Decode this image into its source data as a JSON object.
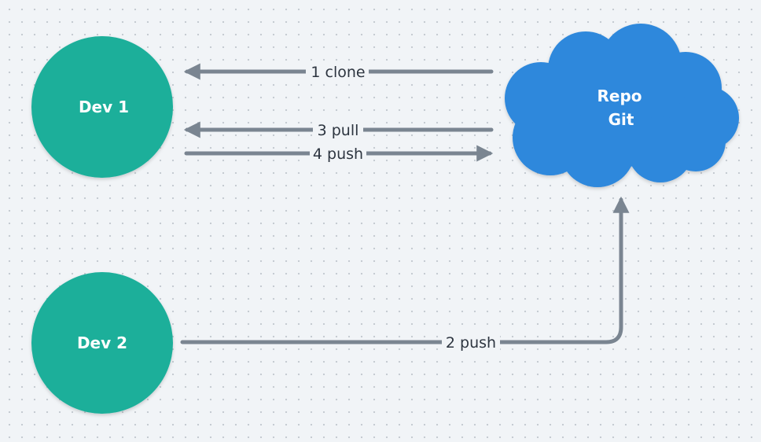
{
  "nodes": {
    "dev1": {
      "label": "Dev 1"
    },
    "dev2": {
      "label": "Dev 2"
    },
    "repo": {
      "line1": "Repo",
      "line2": "Git"
    }
  },
  "edges": {
    "clone": {
      "label": "1 clone"
    },
    "push2": {
      "label": "2 push"
    },
    "pull3": {
      "label": "3 pull"
    },
    "push4": {
      "label": "4 push"
    }
  },
  "colors": {
    "dev_node": "#1aaf9a",
    "repo_cloud": "#2e88dc",
    "edge": "#7a8591",
    "canvas_bg": "#f1f4f7"
  }
}
